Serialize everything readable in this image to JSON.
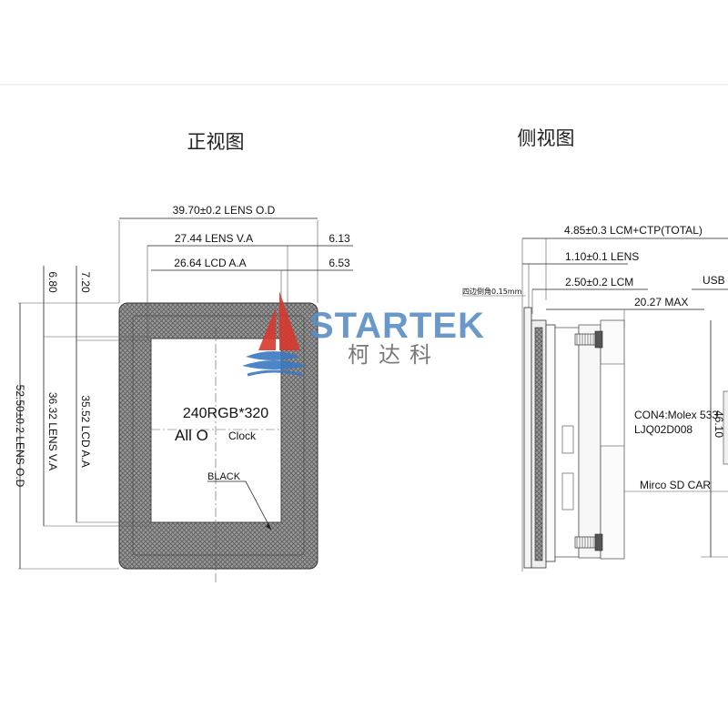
{
  "views": {
    "front_title": "正视图",
    "side_title": "侧视图"
  },
  "front": {
    "dim_lens_od_w": "39.70±0.2 LENS O.D",
    "dim_lens_va_w": "27.44 LENS V.A",
    "dim_lcd_aa_w": "26.64 LCD A.A",
    "dim_right_offset_1": "6.13",
    "dim_right_offset_2": "6.53",
    "dim_top_offset_1": "6.80",
    "dim_top_offset_2": "7.20",
    "dim_lens_od_h": "52.50±0.2 LENS O.D",
    "dim_lens_va_h": "36.32 LENS V.A",
    "dim_lcd_aa_h": "35.52 LCD A.A",
    "resolution": "240RGB*320",
    "display_text": "All O",
    "display_sub": "Clock",
    "black_label": "BLACK"
  },
  "side": {
    "dim_total": "4.85±0.3 LCM+CTP(TOTAL)",
    "dim_lens": "1.10±0.1 LENS",
    "dim_lcm": "2.50±0.2 LCM",
    "dim_max": "20.27 MAX",
    "corner_note": "四边倒角0.15mm",
    "usb_label": "USB",
    "connector_1": "CON4:Molex 533",
    "connector_2": "LJQ02D008",
    "sd_label": "Mirco SD CAR",
    "dim_height": "46.10"
  },
  "watermark": {
    "brand": "STARTEK",
    "brand_cn": "柯达科"
  },
  "colors": {
    "brand_blue": "#5a8fc4",
    "logo_red": "#d9382d",
    "logo_wave": "#3a78c2",
    "bezel_gray": "#8c8c8c"
  }
}
